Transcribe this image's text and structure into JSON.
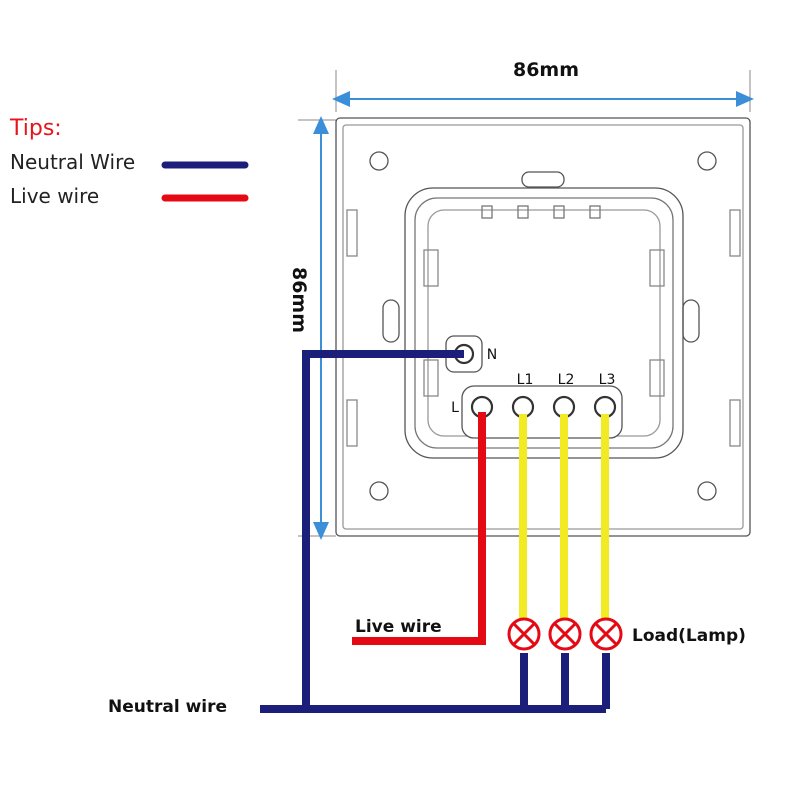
{
  "tips": {
    "title": "Tips:",
    "neutral_label": "Neutral Wire",
    "live_label": "Live wire",
    "neutral_color": "#1c1f7a",
    "live_color": "#e50914"
  },
  "dimensions": {
    "width_label": "86mm",
    "height_label": "86mm",
    "arrow_color": "#3a8fd8"
  },
  "terminals": {
    "n": "N",
    "l": "L",
    "l1": "L1",
    "l2": "L2",
    "l3": "L3"
  },
  "wiring": {
    "live_wire_label": "Live wire",
    "neutral_wire_label": "Neutral wire",
    "load_label": "Load(Lamp)",
    "load_wire_color": "#f2ea22",
    "lamp_color": "#e50914"
  }
}
